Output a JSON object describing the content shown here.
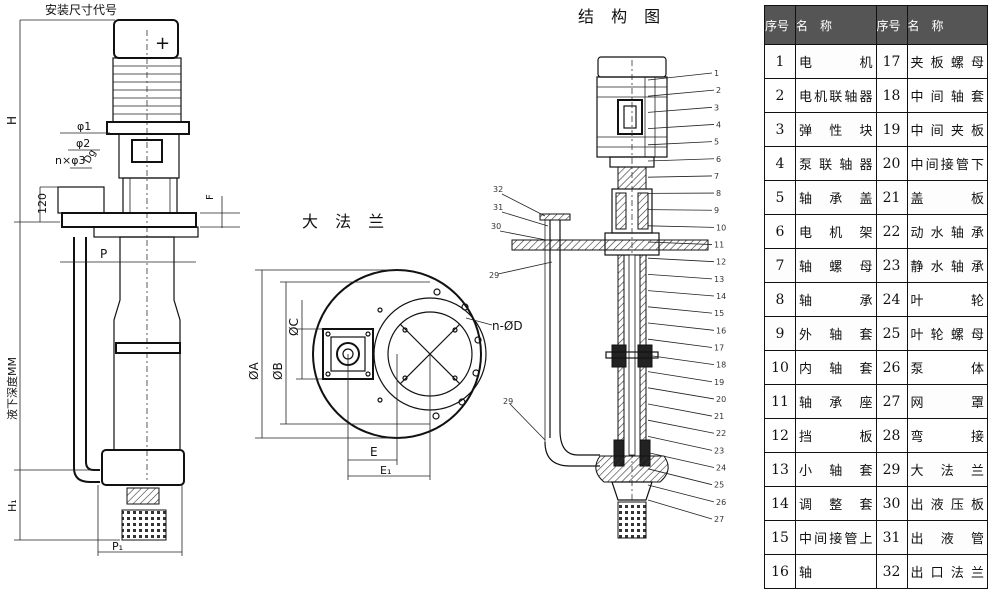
{
  "labels": {
    "install_title": "安装尺寸代号",
    "structure_title": "结 构 图",
    "flange_title": "大 法 兰",
    "dim_H": "H",
    "dim_120": "120",
    "dim_depth": "液下深度MM",
    "dim_H1": "H₁",
    "dim_phi1": "φ1",
    "dim_phi2": "φ2",
    "dim_nphi3": "n×φ3",
    "dim_DG": "Dg",
    "dim_F": "F",
    "dim_P": "P",
    "dim_P1": "P₁",
    "dim_A": "ØA",
    "dim_B": "ØB",
    "dim_C": "ØC",
    "dim_nD": "n-ØD",
    "dim_E": "E",
    "dim_E1": "E₁"
  },
  "callouts": [
    "1",
    "2",
    "3",
    "4",
    "5",
    "6",
    "7",
    "8",
    "9",
    "10",
    "11",
    "12",
    "13",
    "14",
    "15",
    "16",
    "17",
    "18",
    "19",
    "20",
    "21",
    "22",
    "23",
    "24",
    "25",
    "26",
    "27"
  ],
  "callouts_left": [
    "32",
    "31",
    "30",
    "29",
    "29"
  ],
  "table": {
    "headers": [
      "序号",
      "名　称",
      "序号",
      "名　称"
    ],
    "rows": [
      [
        "1",
        "电机",
        "17",
        "夹板螺母"
      ],
      [
        "2",
        "电机联轴器",
        "18",
        "中间轴套"
      ],
      [
        "3",
        "弹性块",
        "19",
        "中间夹板"
      ],
      [
        "4",
        "泵联轴器",
        "20",
        "中间接管下"
      ],
      [
        "5",
        "轴承盖",
        "21",
        "盖板"
      ],
      [
        "6",
        "电机架",
        "22",
        "动水轴承"
      ],
      [
        "7",
        "轴螺母",
        "23",
        "静水轴承"
      ],
      [
        "8",
        "轴承",
        "24",
        "叶轮"
      ],
      [
        "9",
        "外轴套",
        "25",
        "叶轮螺母"
      ],
      [
        "10",
        "内轴套",
        "26",
        "泵体"
      ],
      [
        "11",
        "轴承座",
        "27",
        "网罩"
      ],
      [
        "12",
        "挡板",
        "28",
        "弯接"
      ],
      [
        "13",
        "小轴套",
        "29",
        "大法兰"
      ],
      [
        "14",
        "调整套",
        "30",
        "出液压板"
      ],
      [
        "15",
        "中间接管上",
        "31",
        "出液管"
      ],
      [
        "16",
        "轴",
        "32",
        "出口法兰"
      ]
    ]
  }
}
